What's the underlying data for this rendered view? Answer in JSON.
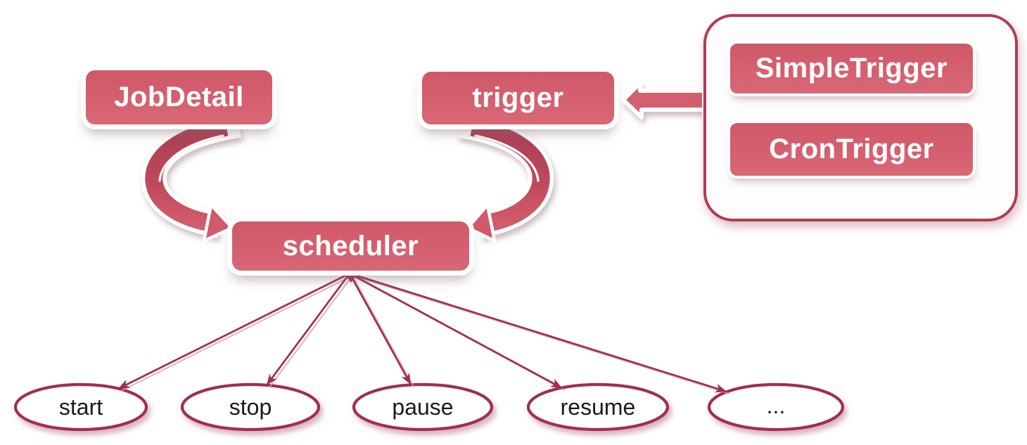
{
  "diagram": {
    "nodes": {
      "jobdetail": "JobDetail",
      "trigger": "trigger",
      "scheduler": "scheduler",
      "simple_trigger": "SimpleTrigger",
      "cron_trigger": "CronTrigger"
    },
    "methods": [
      {
        "label": "start"
      },
      {
        "label": "stop"
      },
      {
        "label": "pause"
      },
      {
        "label": "resume"
      },
      {
        "label": "..."
      }
    ],
    "edges": [
      {
        "from": "JobDetail",
        "to": "scheduler",
        "style": "curved-swoosh-arrow"
      },
      {
        "from": "trigger",
        "to": "scheduler",
        "style": "curved-swoosh-arrow"
      },
      {
        "from": "trigger-types-group",
        "to": "trigger",
        "style": "block-arrow"
      },
      {
        "from": "scheduler",
        "to": "start",
        "style": "thin-arrow"
      },
      {
        "from": "scheduler",
        "to": "stop",
        "style": "thin-arrow"
      },
      {
        "from": "scheduler",
        "to": "pause",
        "style": "thin-arrow"
      },
      {
        "from": "scheduler",
        "to": "resume",
        "style": "thin-arrow"
      },
      {
        "from": "scheduler",
        "to": "...",
        "style": "thin-arrow"
      }
    ],
    "colors": {
      "node_fill": "#d45c6b",
      "node_text": "#ffffff",
      "group_border": "#b03c54",
      "arrow_dark": "#a02e4f",
      "swoosh_dark": "#a93e53",
      "swoosh_light": "#d5626f",
      "ellipse_stroke": "#a12f50",
      "ellipse_text": "#1b1b1b",
      "background": "#ffffff"
    }
  }
}
